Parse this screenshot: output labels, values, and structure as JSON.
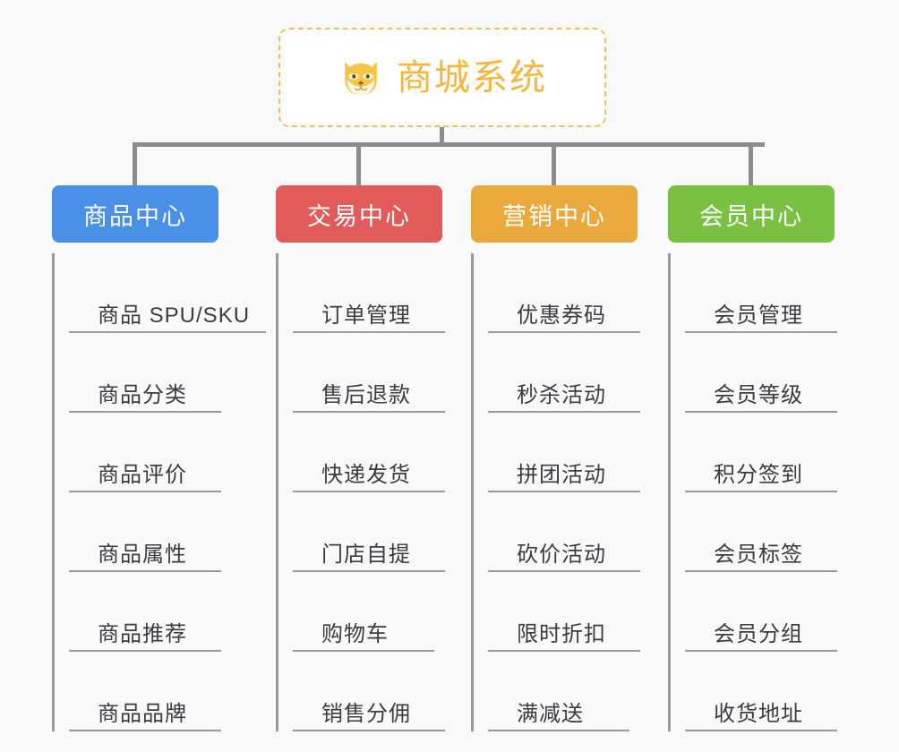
{
  "background_color": "#f9f9f9",
  "root": {
    "title": "商城系统",
    "icon": "shiba-dog-icon",
    "title_color": "#f5b63d",
    "border_color": "#f0c060"
  },
  "connector_color": "#8c8c8c",
  "columns": [
    {
      "id": "product-center",
      "label": "商品中心",
      "color": "#4a90e8",
      "items": [
        {
          "label": "商品 SPU/SKU",
          "width": "xl"
        },
        {
          "label": "商品分类",
          "width": "md"
        },
        {
          "label": "商品评价",
          "width": "md"
        },
        {
          "label": "商品属性",
          "width": "md"
        },
        {
          "label": "商品推荐",
          "width": "md"
        },
        {
          "label": "商品品牌",
          "width": "md"
        }
      ]
    },
    {
      "id": "trade-center",
      "label": "交易中心",
      "color": "#e25b5b",
      "items": [
        {
          "label": "订单管理",
          "width": "md"
        },
        {
          "label": "售后退款",
          "width": "md"
        },
        {
          "label": "快递发货",
          "width": "md"
        },
        {
          "label": "门店自提",
          "width": "md"
        },
        {
          "label": "购物车",
          "width": "sm"
        },
        {
          "label": "销售分佣",
          "width": "md"
        }
      ]
    },
    {
      "id": "marketing-center",
      "label": "营销中心",
      "color": "#eaa93d",
      "items": [
        {
          "label": "优惠券码",
          "width": "md"
        },
        {
          "label": "秒杀活动",
          "width": "md"
        },
        {
          "label": "拼团活动",
          "width": "md"
        },
        {
          "label": "砍价活动",
          "width": "md"
        },
        {
          "label": "限时折扣",
          "width": "md"
        },
        {
          "label": "满减送",
          "width": "sm"
        }
      ]
    },
    {
      "id": "member-center",
      "label": "会员中心",
      "color": "#7ac143",
      "items": [
        {
          "label": "会员管理",
          "width": "md"
        },
        {
          "label": "会员等级",
          "width": "md"
        },
        {
          "label": "积分签到",
          "width": "md"
        },
        {
          "label": "会员标签",
          "width": "md"
        },
        {
          "label": "会员分组",
          "width": "md"
        },
        {
          "label": "收货地址",
          "width": "md"
        }
      ]
    }
  ]
}
